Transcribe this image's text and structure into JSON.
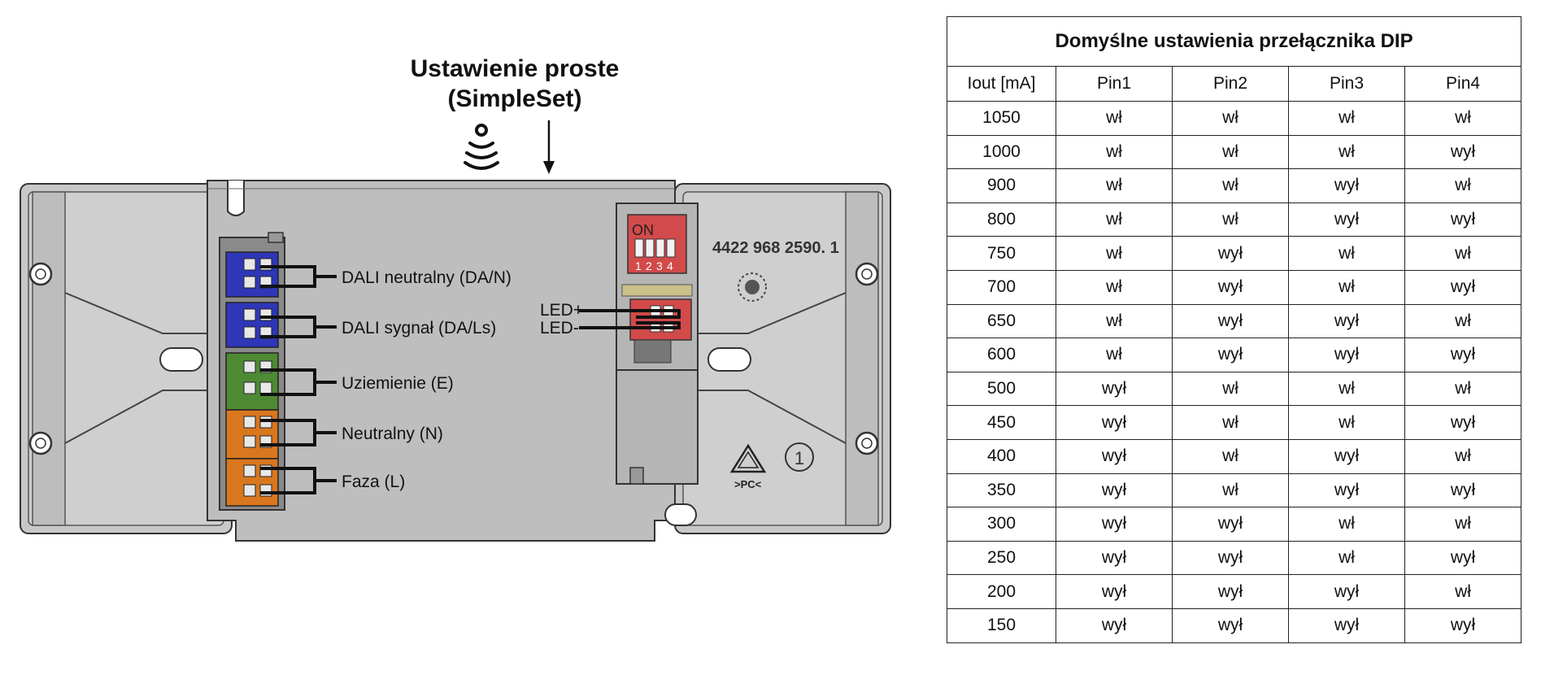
{
  "diagram": {
    "title_line1": "Ustawienie proste",
    "title_line2": "(SimpleSet)",
    "simpleset_icon": "wireless-signal-icon",
    "terminals": [
      {
        "label": "DALI neutralny (DA/N)",
        "color": "#2f36b8"
      },
      {
        "label": "DALI sygnał (DA/Ls)",
        "color": "#2f36b8"
      },
      {
        "label": "Uziemienie (E)",
        "color": "#4e8a34"
      },
      {
        "label": "Neutralny (N)",
        "color": "#d9771f"
      },
      {
        "label": "Faza (L)",
        "color": "#d9771f"
      }
    ],
    "led_plus": "LED+",
    "led_minus": "LED-",
    "dip_on_label": "ON",
    "dip_numbers": [
      "1",
      "2",
      "3",
      "4"
    ],
    "part_number": "4422 968 2590. 1",
    "recycle_label": ">PC<",
    "circle_number": "1",
    "housing_color": "#bebebe",
    "dip_color": "#d24a4a"
  },
  "table": {
    "title": "Domyślne ustawienia przełącznika DIP",
    "headers": [
      "Iout [mA]",
      "Pin1",
      "Pin2",
      "Pin3",
      "Pin4"
    ],
    "rows": [
      [
        "1050",
        "wł",
        "wł",
        "wł",
        "wł"
      ],
      [
        "1000",
        "wł",
        "wł",
        "wł",
        "wył"
      ],
      [
        "900",
        "wł",
        "wł",
        "wył",
        "wł"
      ],
      [
        "800",
        "wł",
        "wł",
        "wył",
        "wył"
      ],
      [
        "750",
        "wł",
        "wył",
        "wł",
        "wł"
      ],
      [
        "700",
        "wł",
        "wył",
        "wł",
        "wył"
      ],
      [
        "650",
        "wł",
        "wył",
        "wył",
        "wł"
      ],
      [
        "600",
        "wł",
        "wył",
        "wył",
        "wył"
      ],
      [
        "500",
        "wył",
        "wł",
        "wł",
        "wł"
      ],
      [
        "450",
        "wył",
        "wł",
        "wł",
        "wył"
      ],
      [
        "400",
        "wył",
        "wł",
        "wył",
        "wł"
      ],
      [
        "350",
        "wył",
        "wł",
        "wył",
        "wył"
      ],
      [
        "300",
        "wył",
        "wył",
        "wł",
        "wł"
      ],
      [
        "250",
        "wył",
        "wył",
        "wł",
        "wył"
      ],
      [
        "200",
        "wył",
        "wył",
        "wył",
        "wł"
      ],
      [
        "150",
        "wył",
        "wył",
        "wył",
        "wył"
      ]
    ]
  }
}
